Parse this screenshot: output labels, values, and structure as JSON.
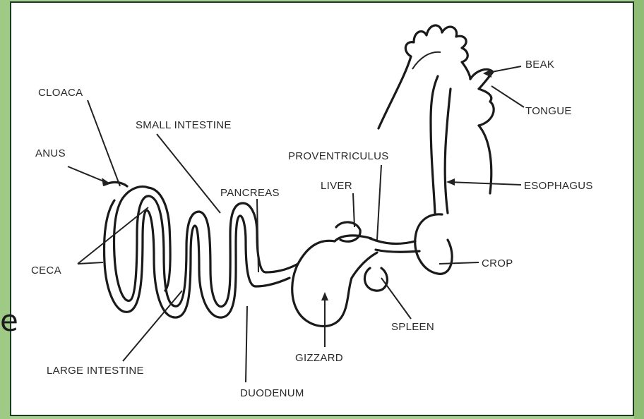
{
  "slide_fragment": "e",
  "labels": {
    "cloaca": "CLOACA",
    "small_intestine": "SMALL INTESTINE",
    "anus": "ANUS",
    "pancreas": "PANCREAS",
    "ceca": "CECA",
    "large_intestine": "LARGE INTESTINE",
    "duodenum": "DUODENUM",
    "gizzard": "GIZZARD",
    "spleen": "SPLEEN",
    "crop": "CROP",
    "esophagus": "ESOPHAGUS",
    "liver": "LIVER",
    "proventriculus": "PROVENTRICULUS",
    "beak": "BEAK",
    "tongue": "TONGUE"
  }
}
